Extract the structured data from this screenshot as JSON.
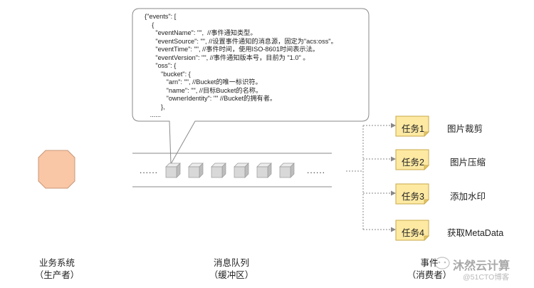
{
  "code_block": {
    "lines": [
      "{\"events\": [",
      "    {",
      "      \"eventName\": \"\",  //事件通知类型。",
      "      \"eventSource\": \"\", //设置事件通知的消息源，固定为\"acs:oss\"。",
      "      \"eventTime\": \"\", //事件时间，使用ISO-8601时间表示法。",
      "      \"eventVersion\": \"\", //事件通知版本号，目前为 \"1.0\" 。",
      "      \"oss\": {",
      "         \"bucket\": {",
      "            \"arn\": \"\", //Bucket的唯一标识符。",
      "            \"name\": \"\", //目标Bucket的名称。",
      "            \"ownerIdentity\": \"\" //Bucket的拥有者。",
      "         },",
      "   ......"
    ]
  },
  "queue": {
    "dots_left": "......",
    "dots_right": "......"
  },
  "tasks": [
    {
      "tag": "任务1",
      "desc": "图片裁剪"
    },
    {
      "tag": "任务2",
      "desc": "图片压缩"
    },
    {
      "tag": "任务3",
      "desc": "添加水印"
    },
    {
      "tag": "任务4",
      "desc": "获取MetaData"
    }
  ],
  "labels": {
    "business_system": {
      "line1": "业务系统",
      "line2": "（生产者）"
    },
    "message_queue": {
      "line1": "消息队列",
      "line2": "（缓冲区）"
    },
    "event_consumer": {
      "line1": "事件",
      "line2": "（消费者）"
    }
  },
  "watermark": {
    "brand": "沐然云计算",
    "site": "@51CTO博客"
  },
  "colors": {
    "producer_fill": "#f9c6a6",
    "producer_stroke": "#c89878",
    "task_fill": "#fde9a2",
    "task_stroke": "#c9a94a",
    "cube_front": "#d8d8d8",
    "cube_top": "#ececec",
    "cube_side": "#bdbdbd",
    "line_color": "#888888"
  }
}
